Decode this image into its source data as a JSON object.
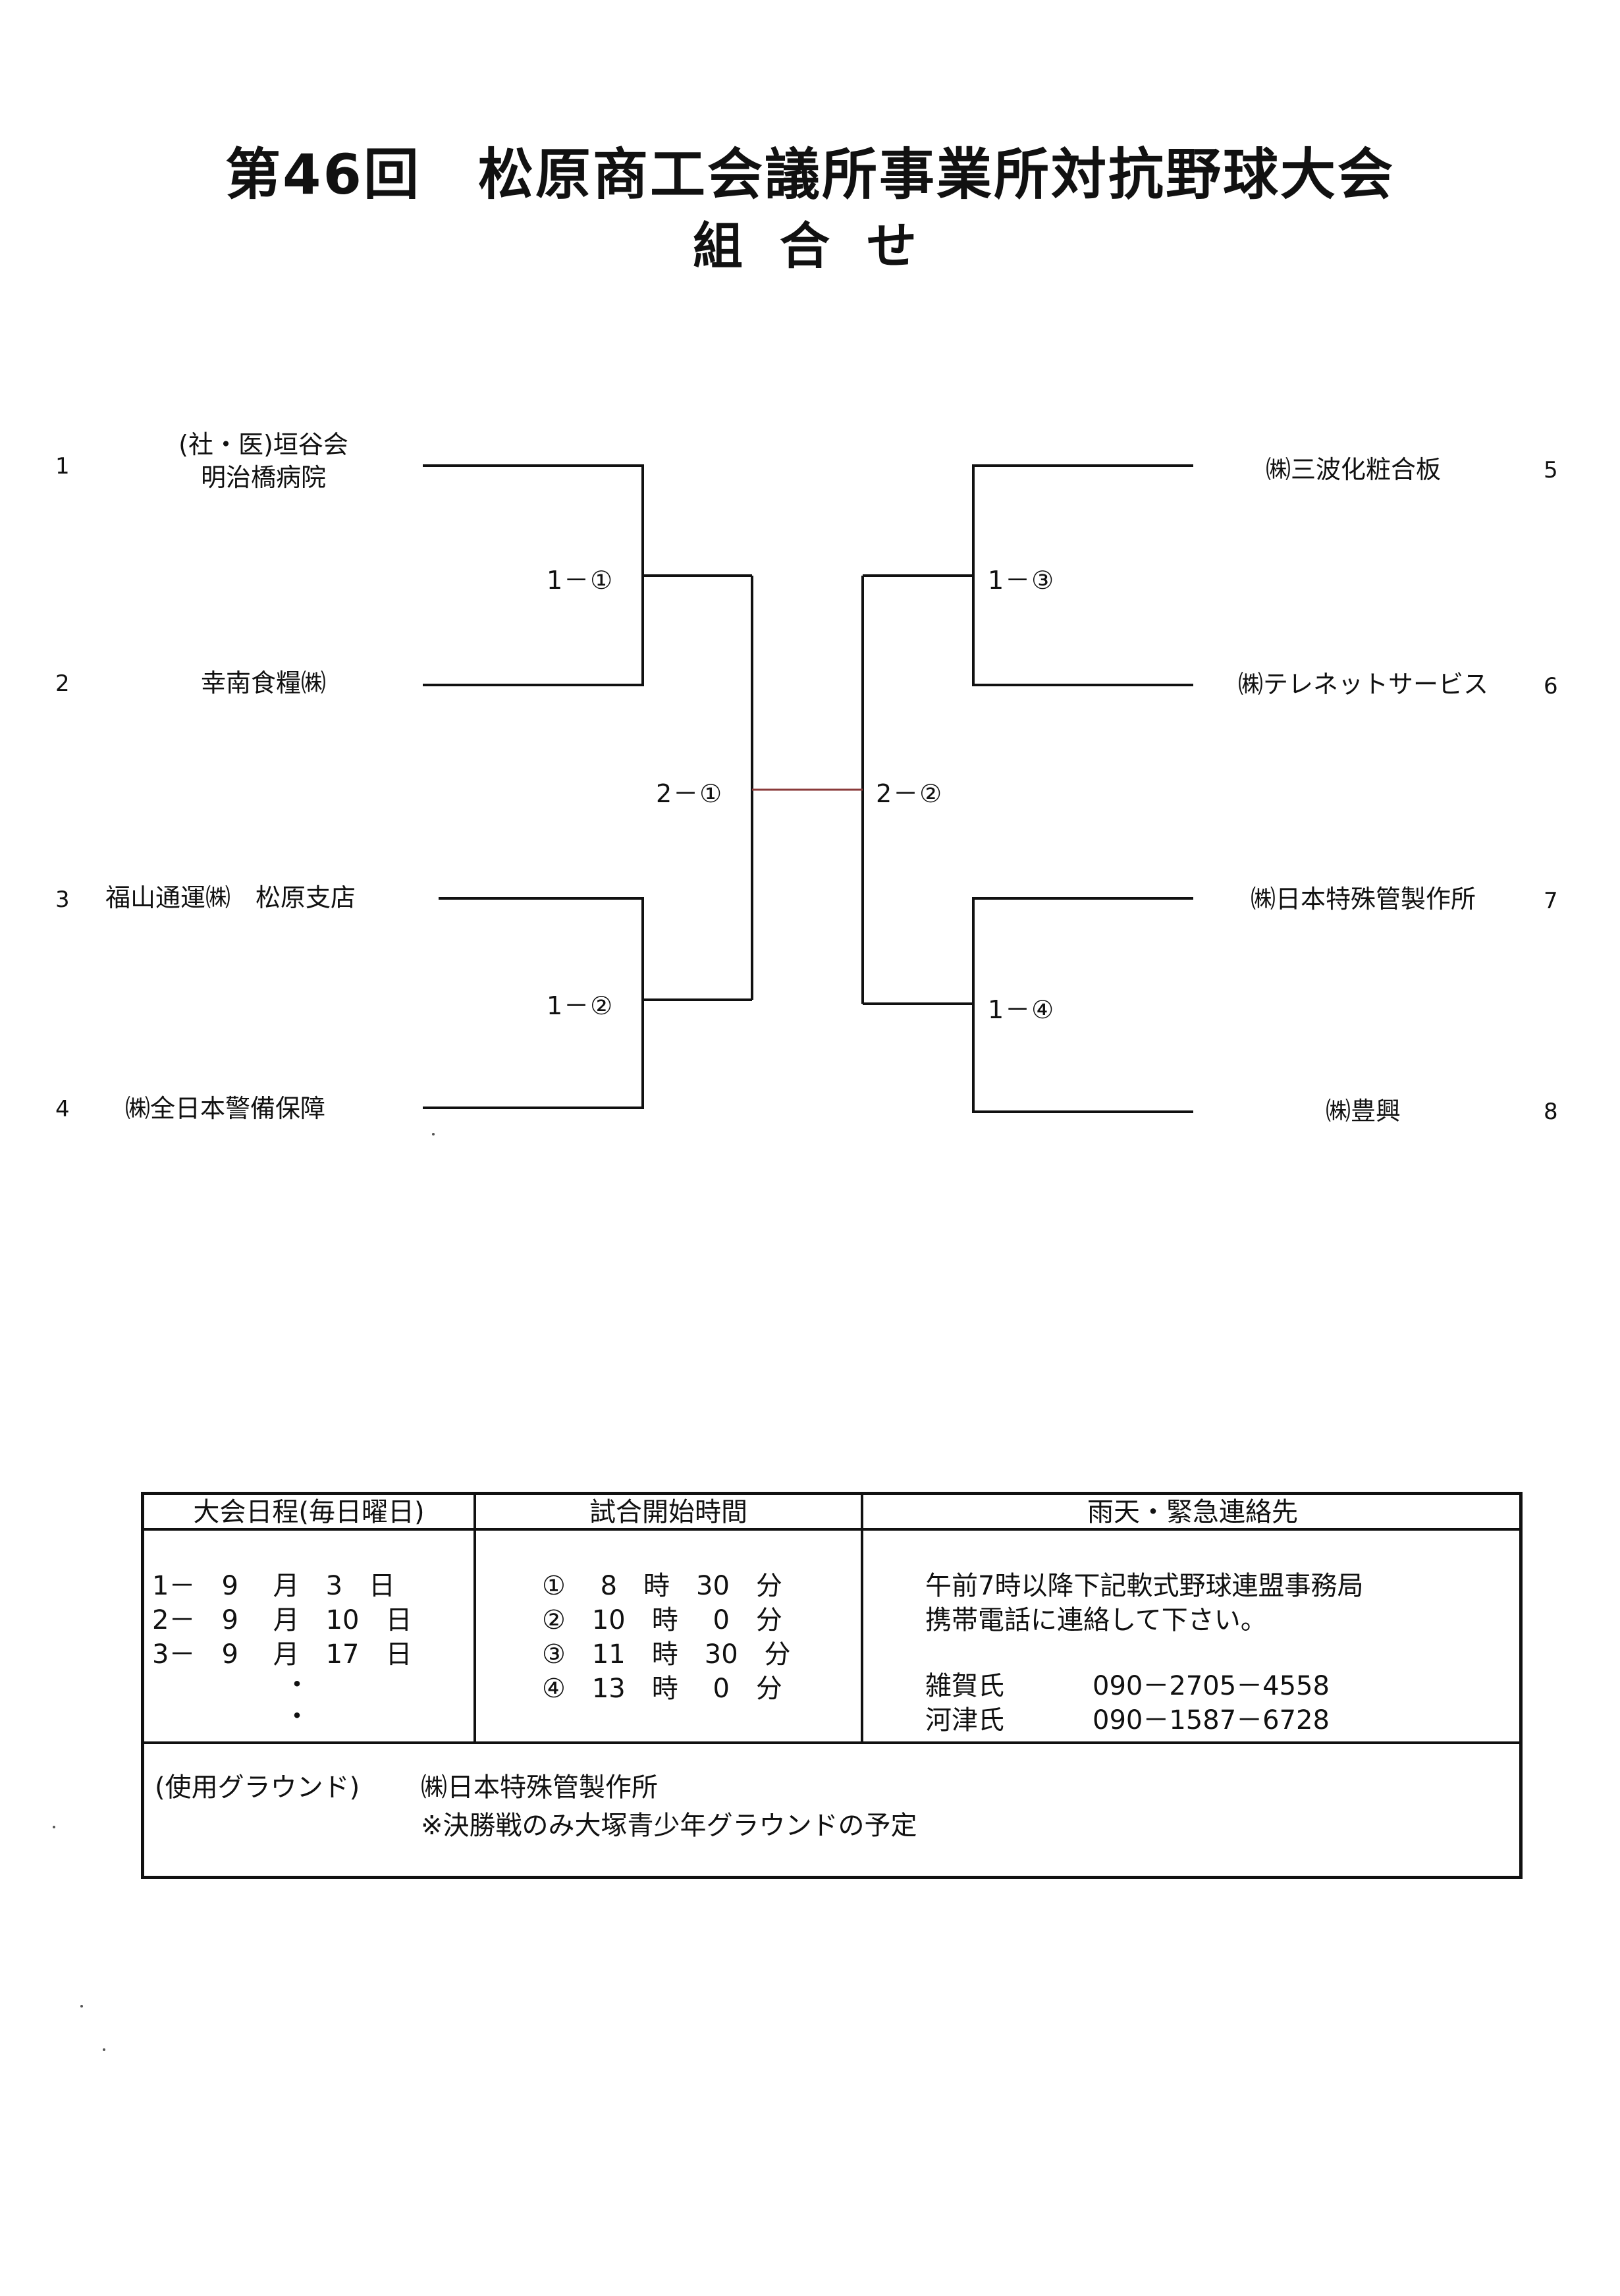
{
  "title": "第46回　松原商工会議所事業所対抗野球大会",
  "subtitle": "組合せ",
  "teams_left": [
    {
      "seed": "1",
      "name_line1": "(社・医)垣谷会",
      "name_line2": "明治橋病院"
    },
    {
      "seed": "2",
      "name_line1": "幸南食糧㈱",
      "name_line2": ""
    },
    {
      "seed": "3",
      "name_line1": "福山通運㈱　松原支店",
      "name_line2": ""
    },
    {
      "seed": "4",
      "name_line1": "㈱全日本警備保障",
      "name_line2": ""
    }
  ],
  "teams_right": [
    {
      "seed": "5",
      "name_line1": "㈱三波化粧合板"
    },
    {
      "seed": "6",
      "name_line1": "㈱テレネットサービス"
    },
    {
      "seed": "7",
      "name_line1": "㈱日本特殊管製作所"
    },
    {
      "seed": "8",
      "name_line1": "㈱豊興"
    }
  ],
  "matches": {
    "m1_1": "1－①",
    "m1_2": "1－②",
    "m1_3": "1－③",
    "m1_4": "1－④",
    "m2_1": "2－①",
    "m2_2": "2－②"
  },
  "schedule": {
    "header_days": "大会日程(毎日曜日)",
    "header_times": "試合開始時間",
    "header_contact": "雨天・緊急連絡先",
    "days": [
      "1－　9　 月　3　日",
      "2－　9　 月　10　日",
      "3－　9　 月　17　日",
      "　　　　　・",
      "　　　　　・"
    ],
    "times": [
      "①　 8　時　30　分",
      "②　10　時　 0　分",
      "③　11　時　30　分",
      "④　13　時　 0　分"
    ],
    "contact_line1": "午前7時以降下記軟式野球連盟事務局",
    "contact_line2": "携帯電話に連絡して下さい。",
    "contacts": [
      {
        "name": "雑賀氏",
        "phone": "090－2705－4558"
      },
      {
        "name": "河津氏",
        "phone": "090－1587－6728"
      }
    ],
    "ground_label": "(使用グラウンド)",
    "ground_line1": "㈱日本特殊管製作所",
    "ground_line2": "※決勝戦のみ大塚青少年グラウンドの予定"
  }
}
